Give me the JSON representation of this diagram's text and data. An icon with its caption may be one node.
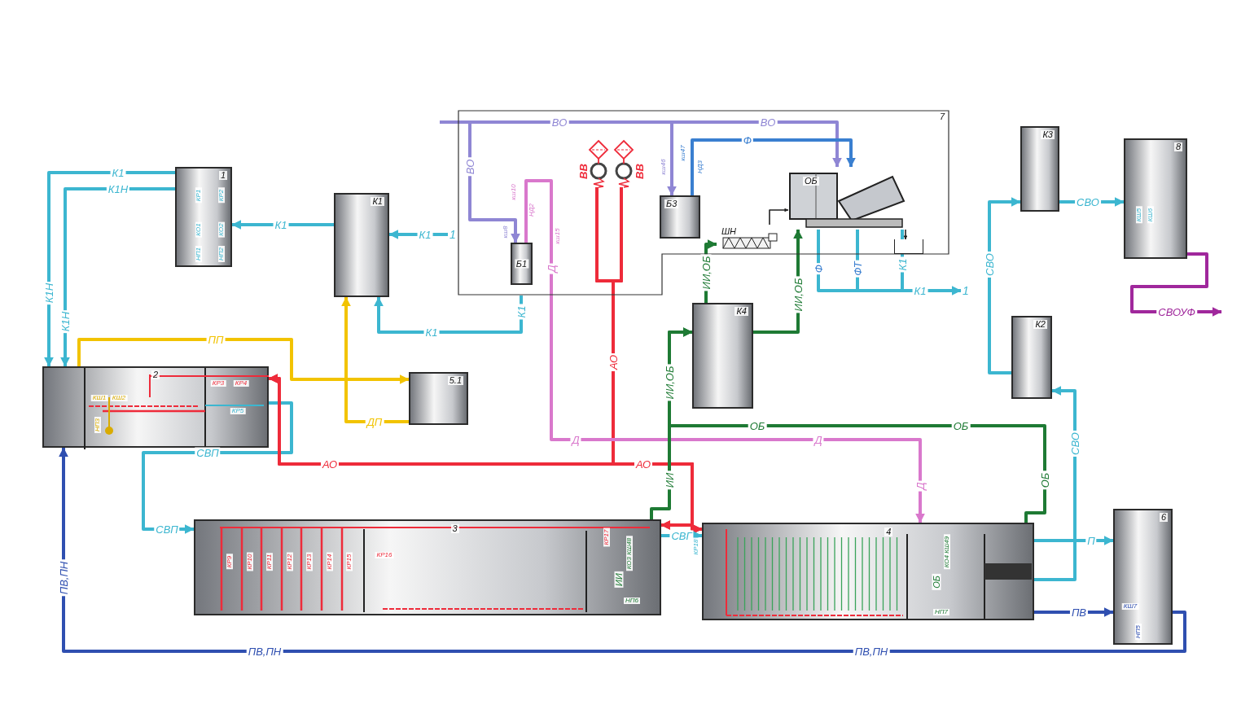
{
  "diagram": {
    "nodes": [
      {
        "text": [
          "7"
        ]
      },
      {
        "text": [
          "1"
        ]
      },
      {
        "text": [
          "К1"
        ]
      },
      {
        "text": [
          "2"
        ]
      },
      {
        "text": [
          "5.1"
        ]
      },
      {
        "text": [
          "Б1"
        ],
        "in": 0
      },
      {
        "text": [
          "Б3"
        ],
        "in": 0
      },
      {
        "text": [
          "ОБ"
        ],
        "in": 0
      },
      {
        "text": [
          "ШН"
        ],
        "in": 0
      },
      {
        "text": [
          "ВВ"
        ],
        "in": 0
      },
      {
        "text": [
          "ВВ"
        ],
        "in": 0
      },
      {
        "text": [
          "К4"
        ]
      },
      {
        "text": [
          "К3"
        ]
      },
      {
        "text": [
          "8"
        ]
      },
      {
        "text": [
          "К2"
        ]
      },
      {
        "text": [
          "3"
        ]
      },
      {
        "text": [
          "4"
        ]
      },
      {
        "text": [
          "6"
        ]
      },
      {
        "text": [],
        "shape": "box",
        "in": 0
      },
      {
        "text": [
          "1"
        ]
      },
      {
        "text": [
          "1"
        ]
      }
    ],
    "edges": [
      {
        "from": 1,
        "to": 3,
        "arrow": "to",
        "label": "К1"
      },
      {
        "from": 1,
        "to": 3,
        "arrow": "to",
        "label": "К1Н"
      },
      {
        "from": 2,
        "to": 1,
        "arrow": "to",
        "label": "К1"
      },
      {
        "from": 19,
        "to": 2,
        "arrow": "to",
        "label": "К1"
      },
      {
        "from": 0,
        "to": 2,
        "arrow": "to",
        "label": "К1"
      },
      {
        "from": 3,
        "to": 4,
        "arrow": "to",
        "label": "ПП",
        "color": "#f2c300"
      },
      {
        "from": 4,
        "to": 2,
        "arrow": "to",
        "label": "ДП",
        "color": "#f2c300"
      },
      {
        "from": 3,
        "to": 15,
        "arrow": "to",
        "label": "СВП"
      },
      {
        "from": 9,
        "to": 3,
        "arrow": "to",
        "label": "АО",
        "color": "#ee2b3a"
      },
      {
        "from": 10,
        "to": 3,
        "arrow": "to",
        "color": "#ee2b3a"
      },
      {
        "from": 9,
        "to": 15,
        "arrow": "to",
        "label": "АО",
        "color": "#ee2b3a"
      },
      {
        "from": 10,
        "to": 15,
        "arrow": "to",
        "color": "#ee2b3a"
      },
      {
        "from": 9,
        "to": 16,
        "arrow": "to",
        "color": "#ee2b3a"
      },
      {
        "from": 10,
        "to": 16,
        "arrow": "to",
        "color": "#ee2b3a"
      },
      {
        "from": 5,
        "to": 16,
        "arrow": "to",
        "label": "Д",
        "color": "#d978cc"
      },
      {
        "from": null,
        "to": 5,
        "arrow": "to",
        "label": "ВО",
        "color": "#8f86d4"
      },
      {
        "from": null,
        "to": 6,
        "arrow": "to",
        "label": "ВО",
        "color": "#8f86d4"
      },
      {
        "from": null,
        "to": 7,
        "arrow": "to",
        "label": "ВО",
        "color": "#8f86d4"
      },
      {
        "from": 6,
        "to": 7,
        "arrow": "to",
        "label": "Ф",
        "color": "#3a7fd0"
      },
      {
        "from": 8,
        "to": 7,
        "arrow": "to",
        "color": "#222222"
      },
      {
        "from": 7,
        "to": 18,
        "arrow": "to",
        "color": "#222222"
      },
      {
        "from": 7,
        "to": 20,
        "arrow": "to",
        "label": "К1"
      },
      {
        "from": 15,
        "to": 11,
        "arrow": "to",
        "label": "ИИ",
        "color": "#1e7a34"
      },
      {
        "from": 16,
        "to": 11,
        "arrow": "to",
        "label": "ОБ",
        "color": "#1e7a34"
      },
      {
        "from": 11,
        "to": 8,
        "arrow": "to",
        "label": "ИИ,ОБ",
        "color": "#1e7a34"
      },
      {
        "from": 11,
        "to": 7,
        "arrow": "to",
        "label": "ИИ,ОБ",
        "color": "#1e7a34"
      },
      {
        "from": 15,
        "to": 16,
        "arrow": "to",
        "label": "СВГ"
      },
      {
        "from": 16,
        "to": 17,
        "arrow": "to",
        "label": "П"
      },
      {
        "from": 16,
        "to": 14,
        "arrow": "to",
        "label": "СВО"
      },
      {
        "from": 14,
        "to": 12,
        "arrow": "to",
        "label": "СВО"
      },
      {
        "from": 12,
        "to": 13,
        "arrow": "to",
        "label": "СВО"
      },
      {
        "from": 13,
        "to": null,
        "arrow": "to",
        "label": "СВОУФ",
        "color": "#a0289c"
      },
      {
        "from": 16,
        "to": 17,
        "arrow": "to",
        "label": "ПВ",
        "color": "#2f4fb0"
      },
      {
        "from": 17,
        "to": 3,
        "arrow": "to",
        "label": "ПВ,ПН",
        "color": "#2f4fb0"
      }
    ],
    "labels": [
      "КР1",
      "КР2",
      "КО1",
      "КО2",
      "НП1",
      "НП2",
      "К1Н",
      "К1Н",
      "КШ1",
      "КШ2",
      "НП3",
      "КР3",
      "КР4",
      "КР5",
      "кш10",
      "НД2",
      "кш8",
      "кш15",
      "кш46",
      "кш47",
      "НД3",
      "К1",
      "Ф",
      "ФТ",
      "К1",
      "ИИ,ОБ",
      "АО",
      "Д",
      "Д",
      "ОБ",
      "ОБ",
      "Д",
      "СВП",
      "КР9",
      "КР10",
      "КР11",
      "КР12",
      "КР13",
      "КР14",
      "КР15",
      "КР16",
      "КР17",
      "КО3 КШ48",
      "ИИ",
      "НП6",
      "КР18",
      "КО4 КШ49",
      "ОБ",
      "НП7",
      "КШ7",
      "НП5",
      "КШ5",
      "КШ6",
      "ПВ,ПН",
      "ПВ,ПН"
    ]
  }
}
